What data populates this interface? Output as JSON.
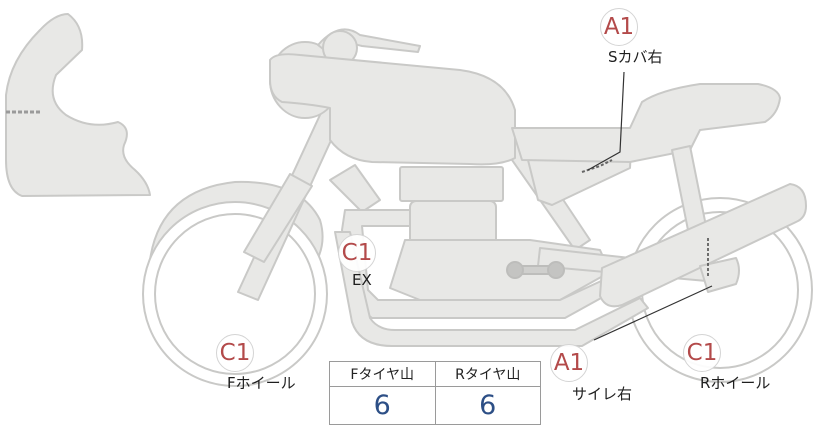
{
  "badges": {
    "s_cover_right": "A1",
    "exhaust": "C1",
    "front_wheel": "C1",
    "silencer_right": "A1",
    "rear_wheel": "C1"
  },
  "labels": {
    "s_cover_right": "Sカバ右",
    "exhaust": "EX",
    "front_wheel": "Fホイール",
    "silencer_right": "サイレ右",
    "rear_wheel": "Rホイール"
  },
  "tread_table": {
    "headers": [
      "Fタイヤ山",
      "Rタイヤ山"
    ],
    "values": [
      "6",
      "6"
    ]
  },
  "colors": {
    "part_fill": "#e8e8e6",
    "part_stroke": "#c9c9c7",
    "grade_text": "#b34a4a",
    "value_text": "#2d4f86"
  }
}
